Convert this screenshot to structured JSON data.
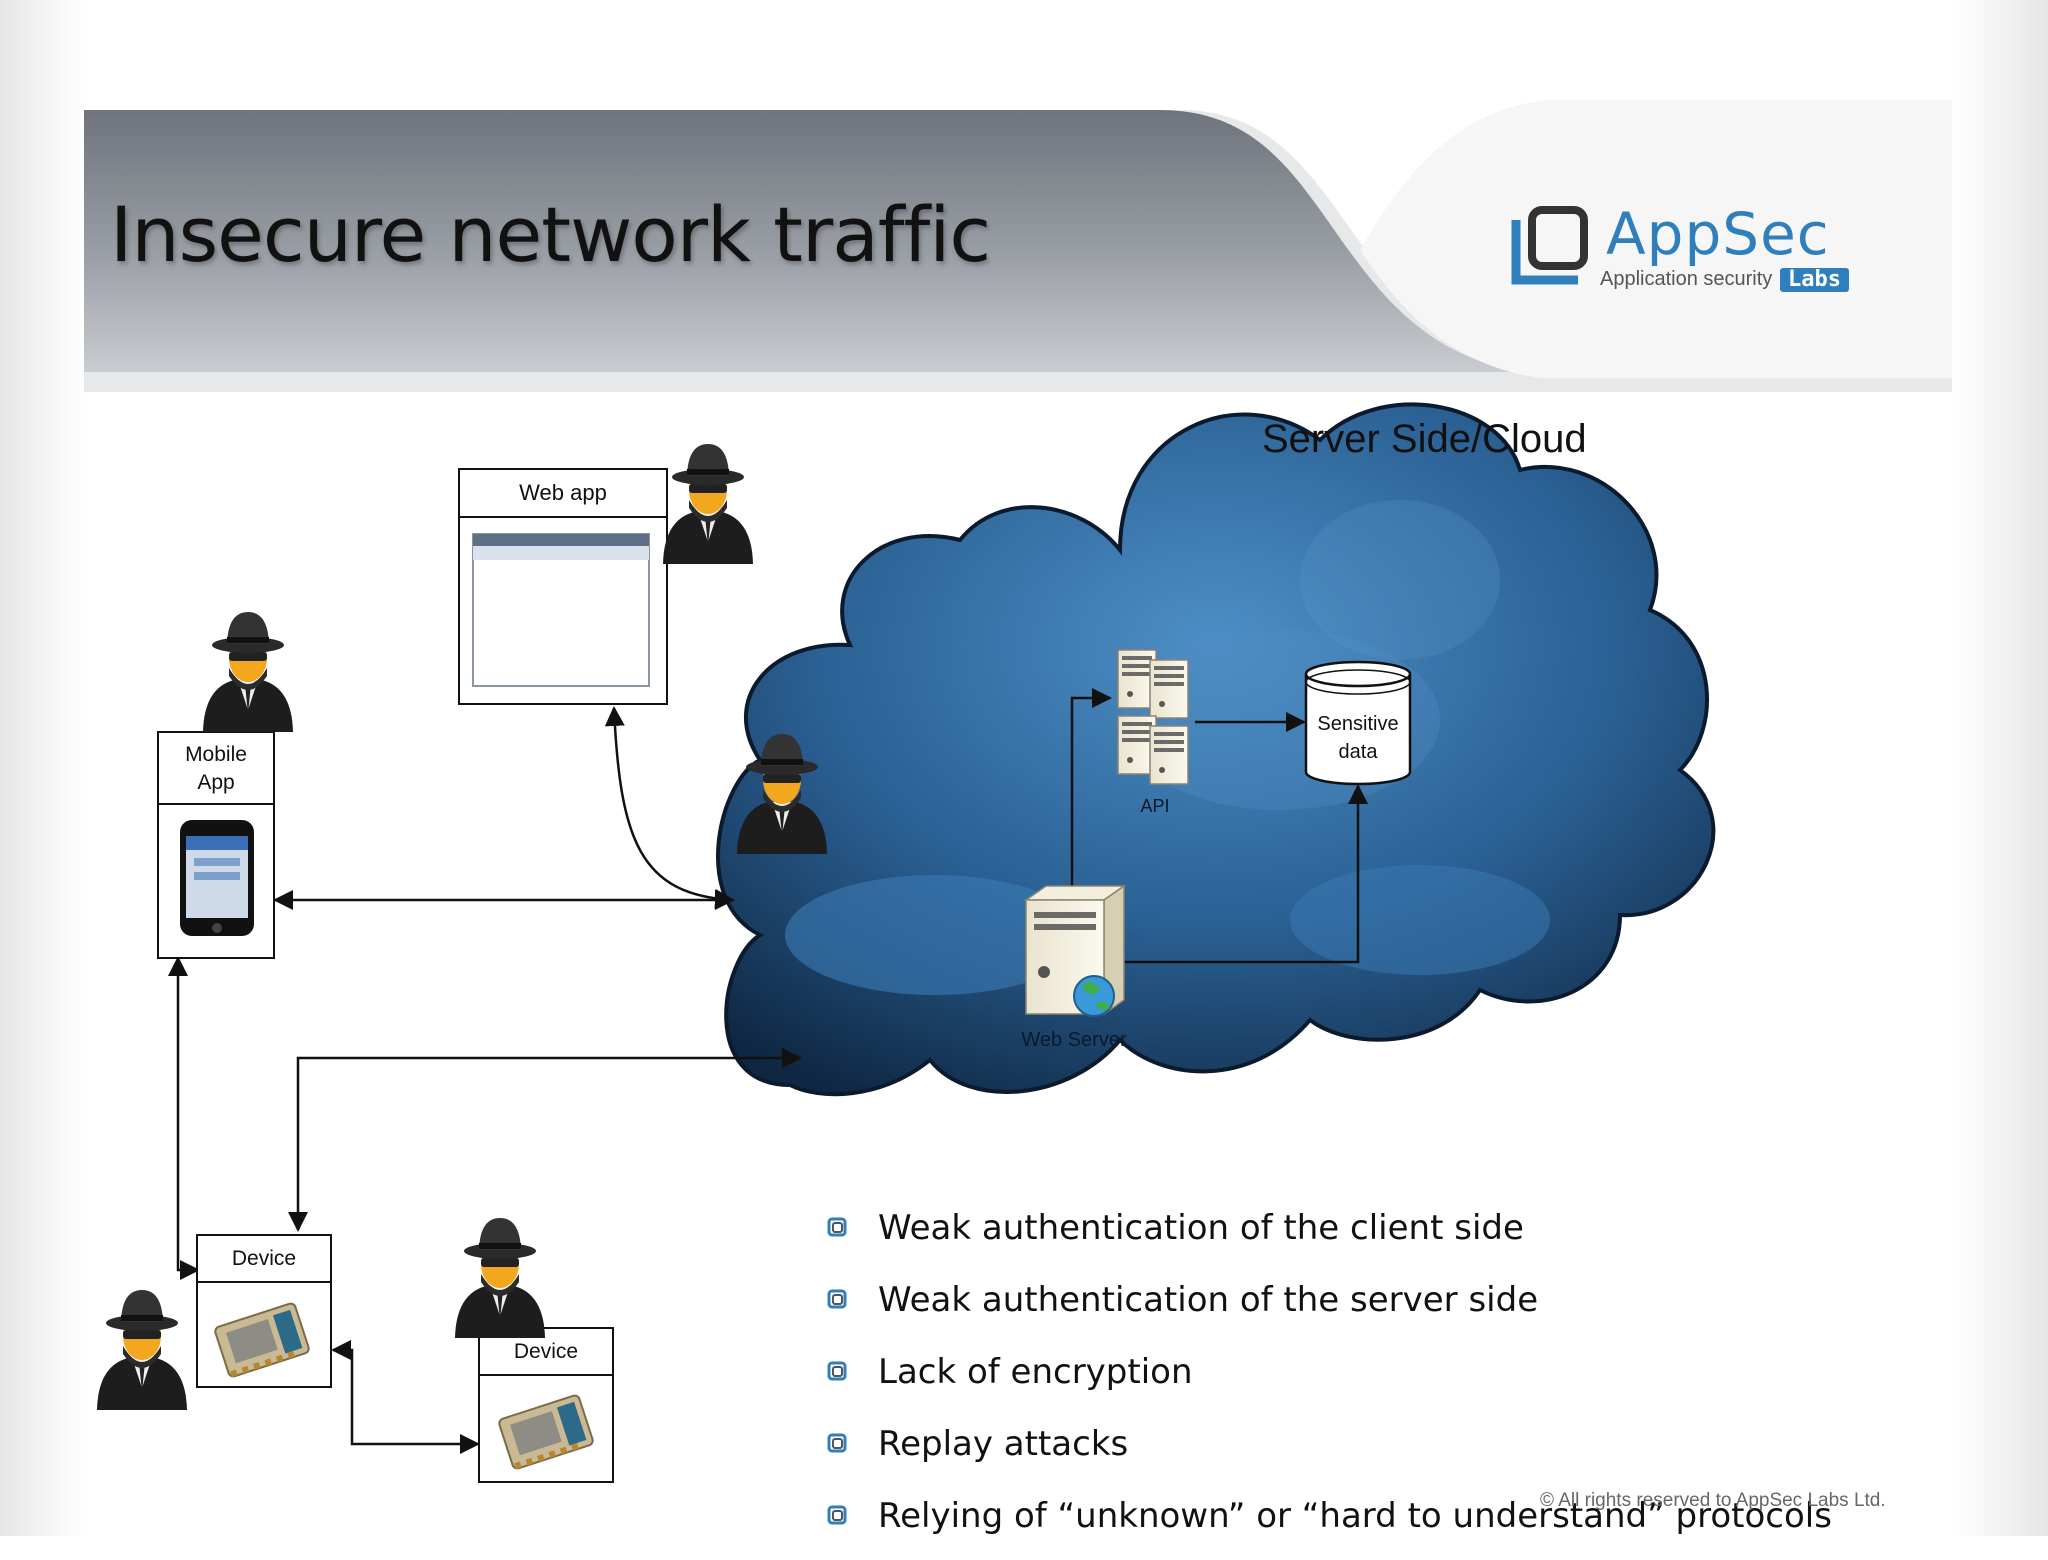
{
  "slide": {
    "title": "Insecure network traffic",
    "copyright": "© All rights reserved to AppSec Labs Ltd."
  },
  "logo": {
    "name": "AppSec",
    "tagline": "Application security",
    "labs": "Labs"
  },
  "diagram": {
    "cloud_label": "Server Side/Cloud",
    "nodes": {
      "web_app": "Web app",
      "mobile_app": [
        "Mobile",
        "App"
      ],
      "device_1": "Device",
      "device_2": "Device",
      "api": "API",
      "sensitive_data": [
        "Sensitive",
        "data"
      ],
      "web_server": "Web Server"
    }
  },
  "bullets": [
    "Weak authentication of the client side",
    "Weak authentication of the server side",
    "Lack of encryption",
    "Replay attacks",
    "Relying of “unknown” or “hard to understand” protocols"
  ],
  "colors": {
    "header_gray": "#8a8f97",
    "cloud_blue": "#2f6fa8",
    "brand_blue": "#2f7fbd"
  }
}
